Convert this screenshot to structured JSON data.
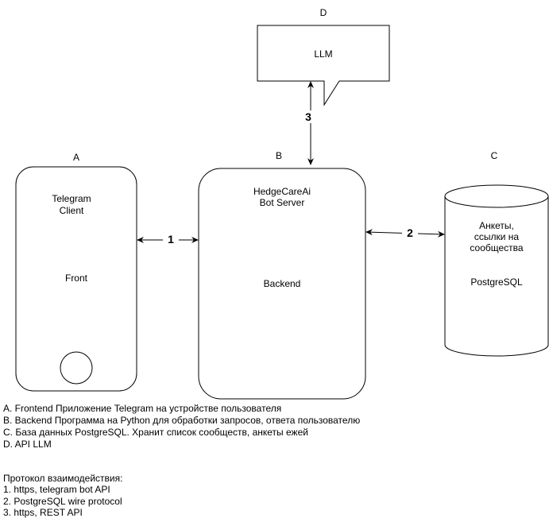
{
  "nodes": {
    "llm": {
      "letter": "D",
      "label": "LLM"
    },
    "client": {
      "letter": "A",
      "title_line1": "Telegram",
      "title_line2": "Client",
      "role": "Front"
    },
    "server": {
      "letter": "B",
      "title_line1": "HedgeCareAi",
      "title_line2": "Bot Server",
      "role": "Backend"
    },
    "db": {
      "letter": "C",
      "title_line1": "Анкеты,",
      "title_line2": "ссылки на",
      "title_line3": "сообщества",
      "engine": "PostgreSQL"
    }
  },
  "edges": [
    {
      "label": "1",
      "from": "client",
      "to": "server"
    },
    {
      "label": "2",
      "from": "server",
      "to": "db"
    },
    {
      "label": "3",
      "from": "server",
      "to": "llm"
    }
  ],
  "legend": {
    "items": [
      "A. Frontend Приложение Telegram на устройстве пользователя",
      "B. Backend Программа на Python для обработки запросов, ответа пользователю",
      "C. База данных PostgreSQL. Хранит список сообществ, анкеты ежей",
      "D. API LLM"
    ],
    "protocol_title": "Протокол взаимодействия:",
    "protocols": [
      "1. https, telegram bot API",
      "2. PostgreSQL wire protocol",
      "3. https, REST API"
    ]
  }
}
